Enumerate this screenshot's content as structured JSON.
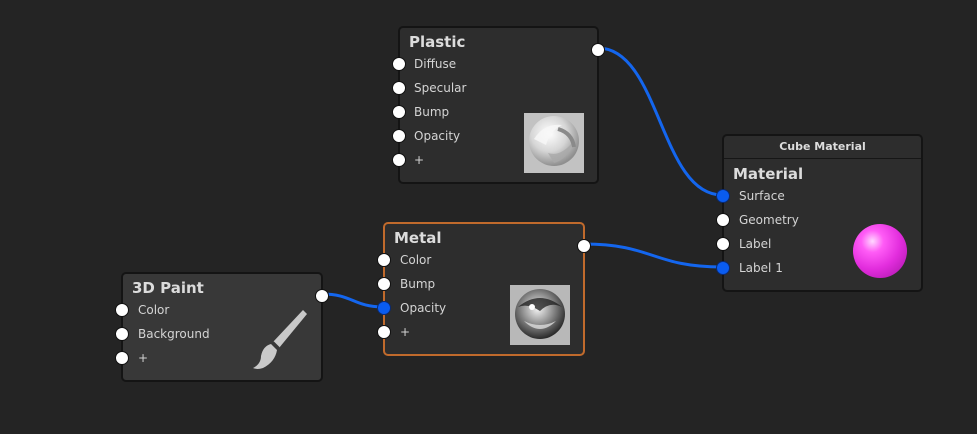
{
  "wire_color": "#1466ee",
  "port_colors": {
    "unconnected": "#ffffff",
    "connected": "#0a5cf0"
  },
  "selected_border_color": "#c06a2c",
  "nodes": {
    "plastic": {
      "title": "Plastic",
      "inputs": [
        "Diffuse",
        "Specular",
        "Bump",
        "Opacity",
        "+"
      ],
      "thumbnail": "plastic-sphere-preview"
    },
    "metal": {
      "title": "Metal",
      "inputs": [
        "Color",
        "Bump",
        "Opacity",
        "+"
      ],
      "thumbnail": "metal-sphere-preview"
    },
    "paint": {
      "title": "3D Paint",
      "inputs": [
        "Color",
        "Background",
        "+"
      ],
      "icon": "paintbrush-icon"
    },
    "material": {
      "header": "Cube Material",
      "title": "Material",
      "inputs": [
        "Surface",
        "Geometry",
        "Label",
        "Label 1"
      ],
      "preview_color": "#e22ddd"
    }
  }
}
